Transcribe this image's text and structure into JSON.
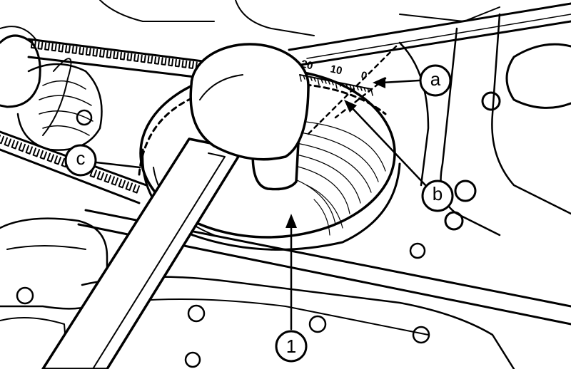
{
  "callouts": {
    "a": "a",
    "b": "b",
    "c": "c",
    "one": "1"
  },
  "scale": {
    "mark_20": "20",
    "mark_10": "10",
    "mark_0": "0"
  },
  "colors": {
    "ink": "#000000",
    "paper": "#ffffff"
  }
}
